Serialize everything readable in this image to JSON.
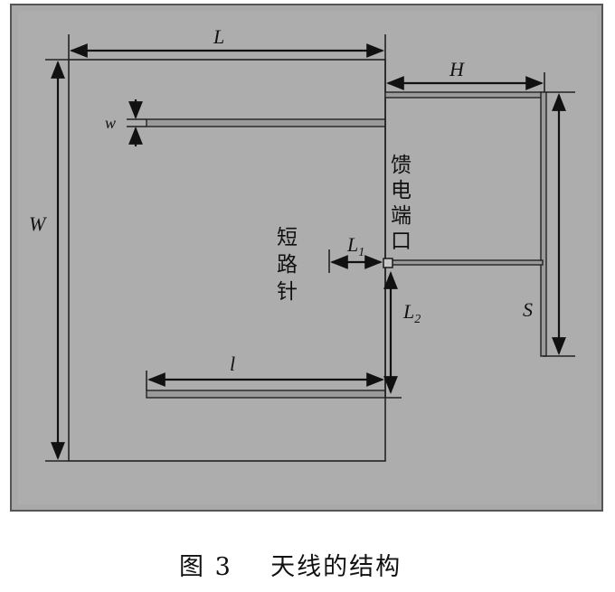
{
  "labels": {
    "L": "L",
    "H": "H",
    "w": "w",
    "W": "W",
    "L1": "L",
    "L1_sub": "1",
    "L2": "L",
    "L2_sub": "2",
    "S": "S",
    "l": "l"
  },
  "feed_port": [
    "馈",
    "电",
    "端",
    "口"
  ],
  "shorting_pin": [
    "短",
    "路",
    "针"
  ],
  "caption": "图 3    天线的结构",
  "colors": {
    "panel": "#a9a9a9",
    "panel_border": "#555555",
    "line": "#111111"
  }
}
